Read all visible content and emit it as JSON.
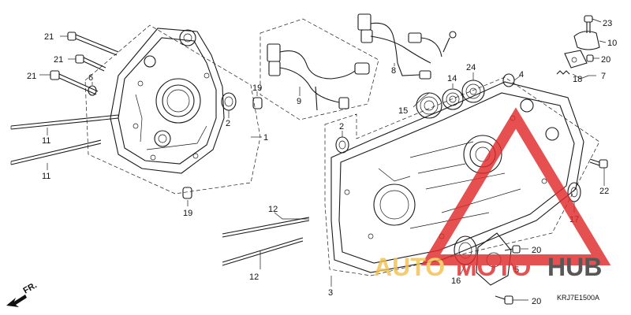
{
  "diagram_code": "KRJ7E1500A",
  "front_marker": "FR.",
  "watermark": {
    "word_a": "AUTO",
    "word_b": "MOTO",
    "word_c": "HUB",
    "color_primary": "#e02a2a",
    "color_secondary": "#f2c14e",
    "color_dark": "#333333"
  },
  "callouts": {
    "c1": "1",
    "c2a": "2",
    "c2b": "2",
    "c3": "3",
    "c4": "4",
    "c5": "5",
    "c6": "6",
    "c7": "7",
    "c8": "8",
    "c9": "9",
    "c10": "10",
    "c11a": "11",
    "c11b": "11",
    "c12a": "12",
    "c12b": "12",
    "c14": "14",
    "c15": "15",
    "c16": "16",
    "c17": "17",
    "c18": "18",
    "c19a": "19",
    "c19b": "19",
    "c20a": "20",
    "c20b": "20",
    "c20c": "20",
    "c21a": "21",
    "c21b": "21",
    "c21c": "21",
    "c22": "22",
    "c23": "23",
    "c24": "24"
  }
}
